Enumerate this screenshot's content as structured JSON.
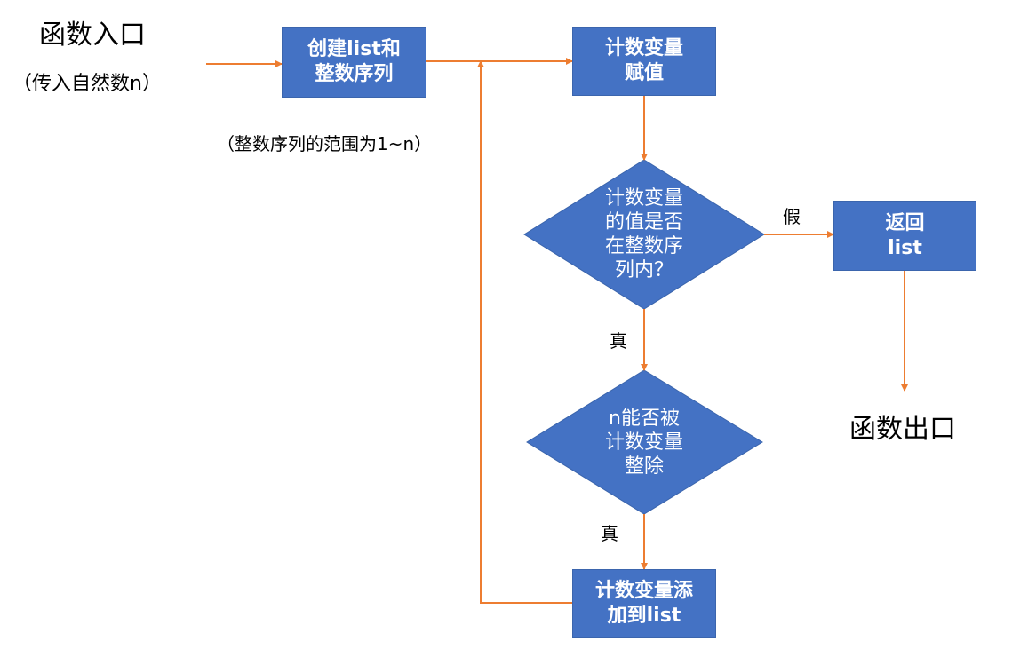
{
  "entry": {
    "title": "函数入口",
    "param": "（传入自然数n）"
  },
  "note": "（整数序列的范围为1~n）",
  "exit": "函数出口",
  "boxes": {
    "create": [
      "创建list和",
      "整数序列"
    ],
    "assign": [
      "计数变量",
      "赋值"
    ],
    "ret": [
      "返回",
      "list"
    ],
    "append": [
      "计数变量添",
      "加到list"
    ]
  },
  "diamonds": {
    "in_range": [
      "计数变量",
      "的值是否",
      "在整数序",
      "列内？"
    ],
    "divisible": [
      "n能否被",
      "计数变量",
      "整除"
    ]
  },
  "edges": {
    "false_label": "假",
    "true_label_1": "真",
    "true_label_2": "真"
  },
  "colors": {
    "box_fill": "#4472c4",
    "arrow": "#ed7d31",
    "text_on_box": "#ffffff"
  }
}
